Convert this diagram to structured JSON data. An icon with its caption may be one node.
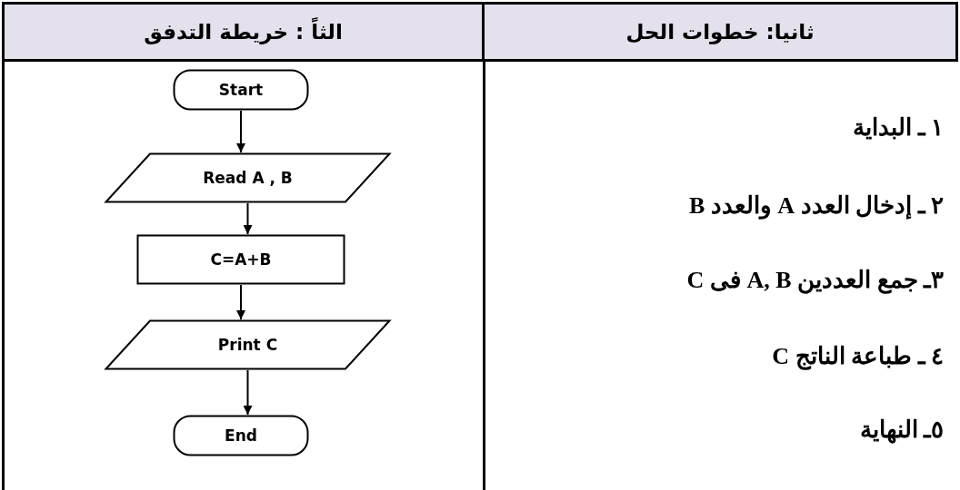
{
  "diagram": {
    "nodes": [
      {
        "text": [
          "Start"
        ]
      },
      {
        "text": [
          "Read A , B"
        ]
      },
      {
        "text": [
          "C=A+B"
        ]
      },
      {
        "text": [
          "Print C"
        ]
      },
      {
        "text": [
          "End"
        ]
      }
    ],
    "edges": [
      {
        "from": 0,
        "to": 1,
        "arrow": "to"
      },
      {
        "from": 1,
        "to": 2,
        "arrow": "to"
      },
      {
        "from": 2,
        "to": 3,
        "arrow": "to"
      },
      {
        "from": 3,
        "to": 4,
        "arrow": "to"
      }
    ],
    "labels": [
      "ثانيا: خطوات الحل",
      "الثاً : خريطة التدفق",
      "١ ـ البداية",
      "٢ ـ إدخال العدد A والعدد  B",
      "٣ـ جمع العددين A, B فى  C",
      "٤ ـ طباعة الناتج C",
      "٥ـ النهاية"
    ]
  }
}
